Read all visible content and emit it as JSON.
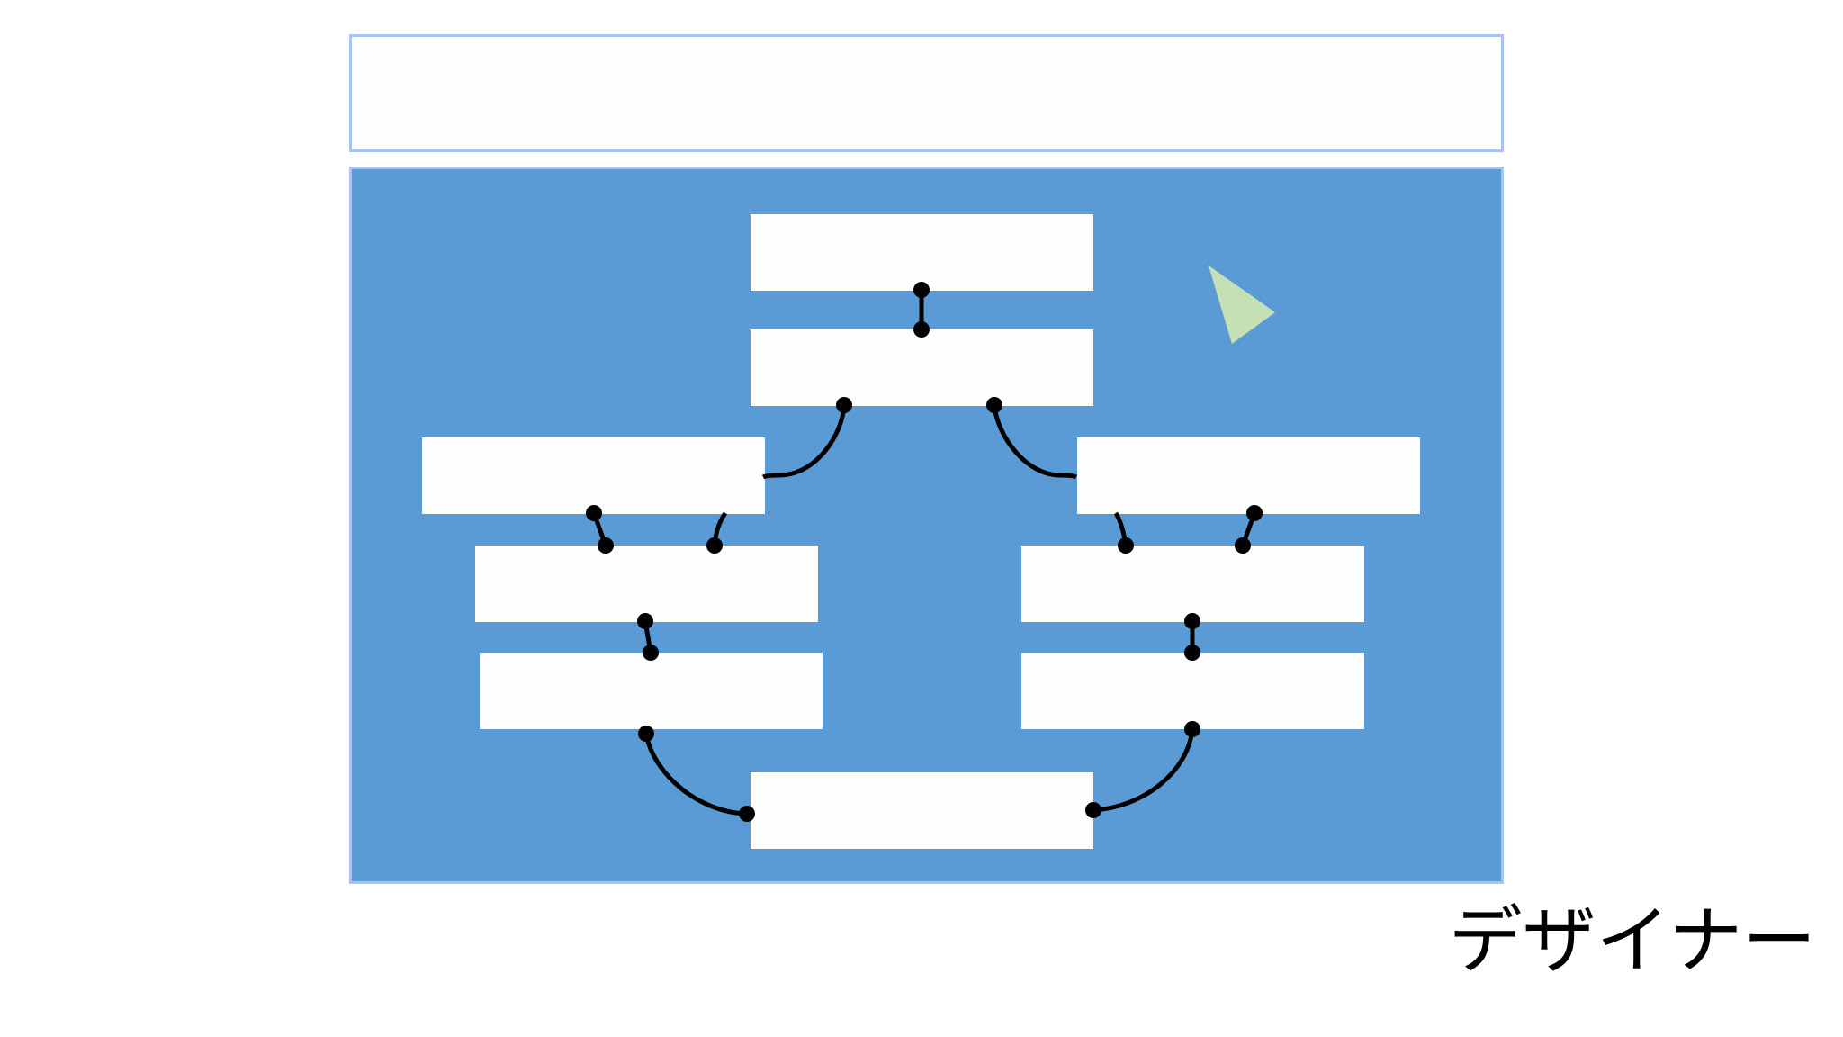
{
  "caption": "デザイナー",
  "colors": {
    "panel_fill": "#5b9bd5",
    "panel_border": "#a9c4ec",
    "node_fill": "#fefefe",
    "connector": "#000000",
    "pointer": "#c5e0b4"
  },
  "nodes": [
    {
      "id": "node-1",
      "label": ""
    },
    {
      "id": "node-2",
      "label": ""
    },
    {
      "id": "node-3",
      "label": ""
    },
    {
      "id": "node-4",
      "label": ""
    },
    {
      "id": "node-5",
      "label": ""
    },
    {
      "id": "node-6",
      "label": ""
    },
    {
      "id": "node-7",
      "label": ""
    },
    {
      "id": "node-8",
      "label": ""
    },
    {
      "id": "node-9",
      "label": ""
    }
  ],
  "edges": [
    {
      "from": "node-1",
      "to": "node-2"
    },
    {
      "from": "node-2",
      "to": "node-3"
    },
    {
      "from": "node-2",
      "to": "node-4"
    },
    {
      "from": "node-3",
      "to": "node-5"
    },
    {
      "from": "node-3",
      "to": "node-5"
    },
    {
      "from": "node-4",
      "to": "node-6"
    },
    {
      "from": "node-4",
      "to": "node-6"
    },
    {
      "from": "node-5",
      "to": "node-7"
    },
    {
      "from": "node-6",
      "to": "node-8"
    },
    {
      "from": "node-7",
      "to": "node-9"
    },
    {
      "from": "node-8",
      "to": "node-9"
    }
  ]
}
